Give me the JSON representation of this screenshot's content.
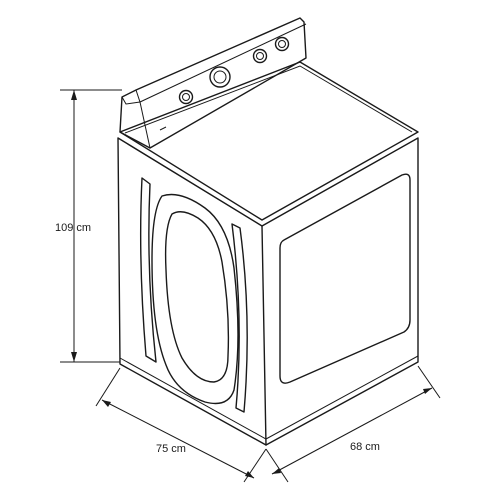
{
  "dimensions": {
    "height": "109 cm",
    "width": "75 cm",
    "depth": "68 cm"
  },
  "colors": {
    "line": "#1a1a1a",
    "background": "#ffffff"
  }
}
